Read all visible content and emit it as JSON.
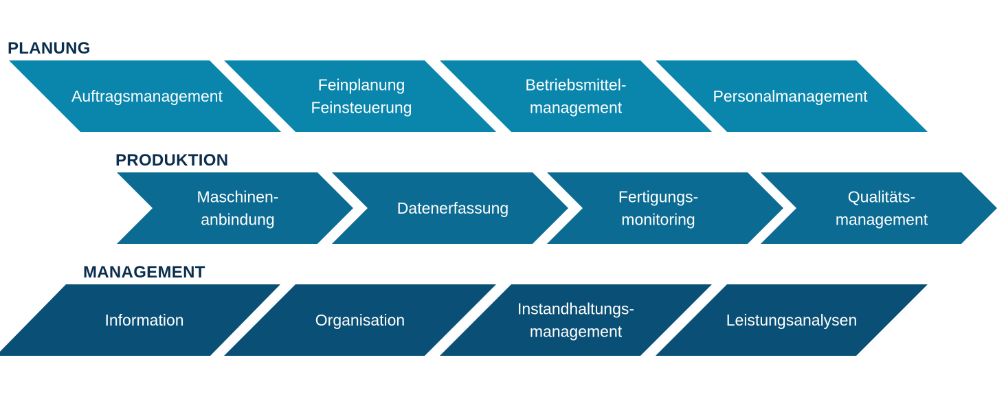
{
  "colors": {
    "planung": "#0a86ad",
    "produktion": "#0b6b92",
    "management": "#0a4f75",
    "title": "#0b2e4f"
  },
  "rows": [
    {
      "key": "planung",
      "title": "PLANUNG",
      "shape": "slant-down",
      "items": [
        {
          "lines": [
            "Auftragsmanagement"
          ]
        },
        {
          "lines": [
            "Feinplanung",
            "Feinsteuerung"
          ]
        },
        {
          "lines": [
            "Betriebsmittel-",
            "management"
          ]
        },
        {
          "lines": [
            "Personalmanagement"
          ]
        }
      ]
    },
    {
      "key": "produktion",
      "title": "PRODUKTION",
      "shape": "chevron",
      "items": [
        {
          "lines": [
            "Maschinen-",
            "anbindung"
          ]
        },
        {
          "lines": [
            "Datenerfassung"
          ]
        },
        {
          "lines": [
            "Fertigungs-",
            "monitoring"
          ]
        },
        {
          "lines": [
            "Qualitäts-",
            "management"
          ]
        }
      ]
    },
    {
      "key": "management",
      "title": "MANAGEMENT",
      "shape": "slant-up",
      "items": [
        {
          "lines": [
            "Information"
          ]
        },
        {
          "lines": [
            "Organisation"
          ]
        },
        {
          "lines": [
            "Instandhaltungs-",
            "management"
          ]
        },
        {
          "lines": [
            "Leistungsanalysen"
          ]
        }
      ]
    }
  ]
}
